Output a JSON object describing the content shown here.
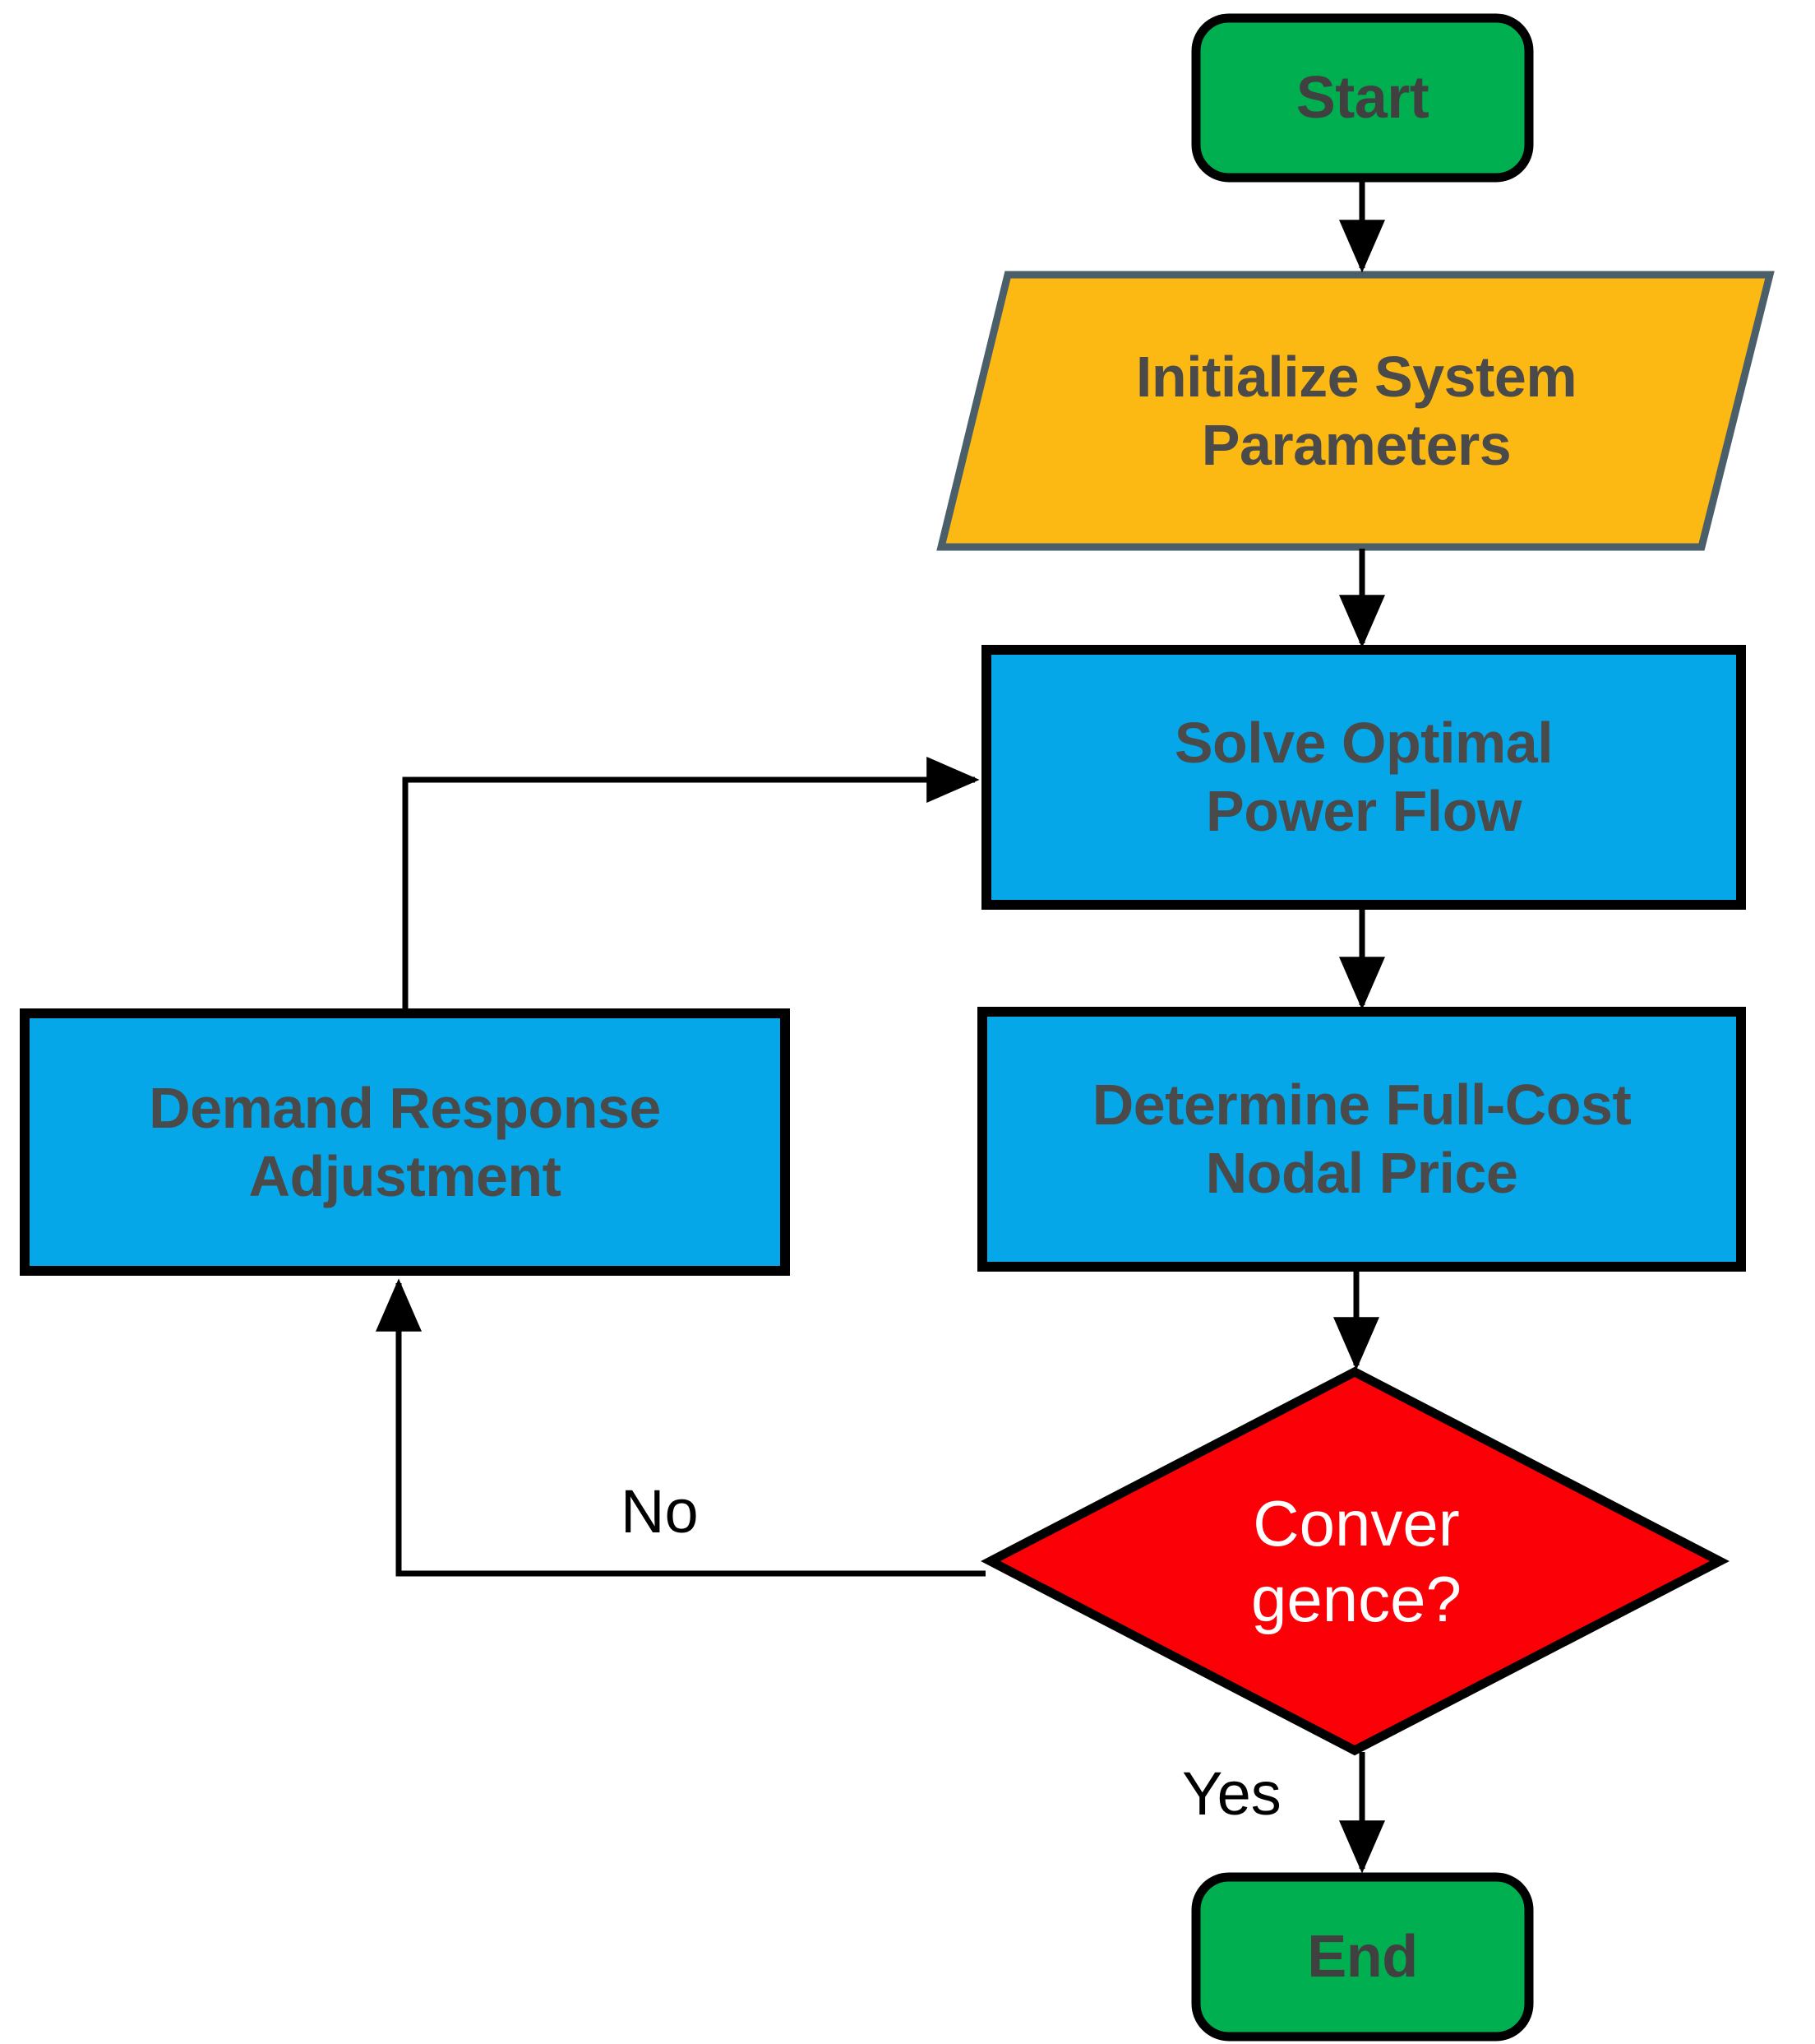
{
  "diagram": {
    "type": "flowchart",
    "title": "",
    "orientation": "top-to-bottom with feedback loop",
    "background_color": "#ffffff",
    "palette": {
      "terminator_fill": "#00b050",
      "terminator_stroke": "#000000",
      "terminator_text": "#404040",
      "io_fill": "#fdb913",
      "io_stroke": "#4a5f6a",
      "io_text": "#4a4a4a",
      "process_fill": "#06a7e8",
      "process_stroke": "#000000",
      "process_text": "#4a4a4a",
      "decision_fill": "#fb0007",
      "decision_stroke": "#000000",
      "decision_text": "#ffffff",
      "connector_stroke": "#000000"
    },
    "nodes": [
      {
        "id": "start",
        "shape": "rounded-rectangle",
        "label": "Start",
        "role": "terminator-start"
      },
      {
        "id": "initialize",
        "shape": "parallelogram",
        "label": "Initialize System\nParameters",
        "role": "input-output"
      },
      {
        "id": "solve-opf",
        "shape": "rectangle",
        "label": "Solve Optimal\nPower Flow",
        "role": "process"
      },
      {
        "id": "nodal-price",
        "shape": "rectangle",
        "label": "Determine Full-Cost\nNodal Price",
        "role": "process"
      },
      {
        "id": "demand-response",
        "shape": "rectangle",
        "label": "Demand Response\nAdjustment",
        "role": "process"
      },
      {
        "id": "convergence",
        "shape": "diamond",
        "label": "Conver\ngence?",
        "role": "decision"
      },
      {
        "id": "end",
        "shape": "rounded-rectangle",
        "label": "End",
        "role": "terminator-end"
      }
    ],
    "edges": [
      {
        "id": "e1",
        "from": "start",
        "to": "initialize",
        "label": ""
      },
      {
        "id": "e2",
        "from": "initialize",
        "to": "solve-opf",
        "label": ""
      },
      {
        "id": "e3",
        "from": "solve-opf",
        "to": "nodal-price",
        "label": ""
      },
      {
        "id": "e4",
        "from": "nodal-price",
        "to": "convergence",
        "label": ""
      },
      {
        "id": "e5",
        "from": "convergence",
        "to": "demand-response",
        "label": "No"
      },
      {
        "id": "e6",
        "from": "demand-response",
        "to": "solve-opf",
        "label": ""
      },
      {
        "id": "e7",
        "from": "convergence",
        "to": "end",
        "label": "Yes"
      }
    ]
  }
}
